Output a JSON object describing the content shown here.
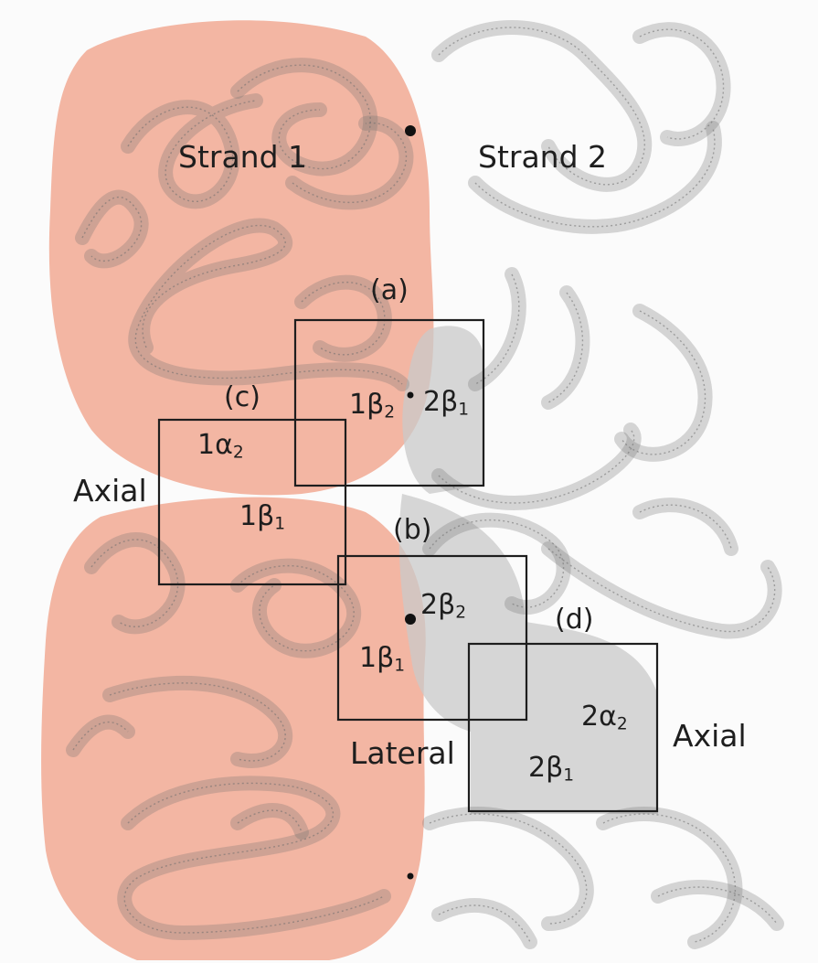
{
  "colors": {
    "strand1_fill": "#f3b6a3",
    "highlight_fill": "#c9c9c9",
    "box_stroke": "#1e1e1e",
    "ribbon_stroke": "#6e6e6e"
  },
  "labels": {
    "strand1": "Strand 1",
    "strand2": "Strand 2",
    "interface_a": "(a)",
    "interface_b": "(b)",
    "interface_c": "(c)",
    "interface_d": "(d)",
    "axial_left": "Axial",
    "axial_right": "Axial",
    "lateral": "Lateral"
  },
  "subunits": {
    "a_left": {
      "main": "1β",
      "sub": "2"
    },
    "a_right": {
      "main": "2β",
      "sub": "1"
    },
    "c_top": {
      "main": "1α",
      "sub": "2"
    },
    "c_bottom": {
      "main": "1β",
      "sub": "1"
    },
    "b_top": {
      "main": "2β",
      "sub": "2"
    },
    "b_bottom": {
      "main": "1β",
      "sub": "1"
    },
    "d_top": {
      "main": "2α",
      "sub": "2"
    },
    "d_bottom": {
      "main": "2β",
      "sub": "1"
    }
  }
}
